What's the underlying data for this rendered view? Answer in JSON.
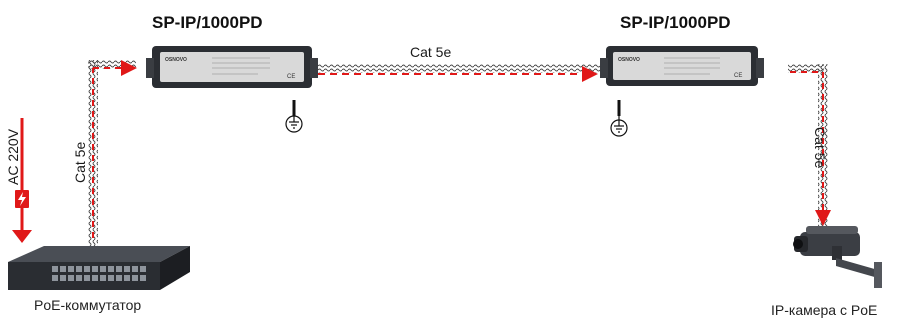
{
  "device_left": {
    "title": "SP-IP/1000PD",
    "brand": "OSNOVO",
    "model": "SP-IP/1000PD"
  },
  "device_right": {
    "title": "SP-IP/1000PD",
    "brand": "OSNOVO",
    "model": "SP-IP/1000PD"
  },
  "cables": {
    "left_vertical": "Cat 5e",
    "middle": "Cat 5e",
    "right_vertical": "Cat 5e"
  },
  "power": {
    "label": "AC 220V"
  },
  "switch": {
    "caption": "PoE-коммутатор"
  },
  "camera": {
    "caption": "IP-камера с PoE"
  },
  "colors": {
    "signal": "#e01818",
    "cable": "#3a3a3a",
    "device_body": "#2b2e33",
    "device_label": "#d9d9d9"
  },
  "icons": [
    "ground-icon",
    "power-bolt-icon",
    "switch-device",
    "camera-device"
  ]
}
